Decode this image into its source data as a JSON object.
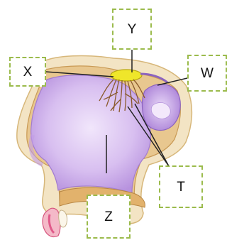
{
  "diagram": {
    "labels": {
      "x": "X",
      "y": "Y",
      "w": "W",
      "t": "T",
      "z": "Z"
    },
    "colors": {
      "box_border": "#9bbb4c",
      "nasal_cavity": "#c9a8e8",
      "bone": "#e6c184",
      "skin": "#f2e3c0",
      "olfactory_bulb": "#efe62a",
      "nerve_fibers": "#8a5a2b",
      "lip": "#e05a8a",
      "leader_lines": "#222222"
    }
  }
}
